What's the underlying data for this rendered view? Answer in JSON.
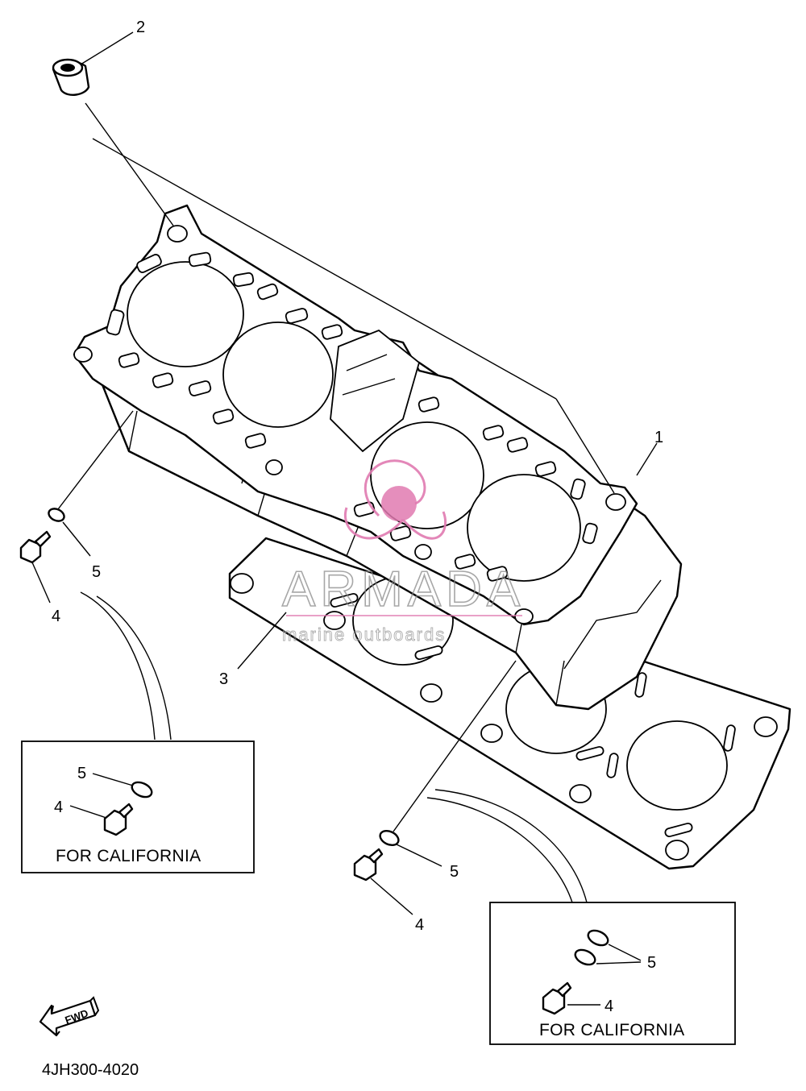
{
  "callouts": {
    "c1": "1",
    "c2": "2",
    "c3": "3",
    "c4_left": "4",
    "c5_left": "5",
    "c4_center": "4",
    "c5_center": "5",
    "box_left_5": "5",
    "box_left_4": "4",
    "box_right_5": "5",
    "box_right_4": "4"
  },
  "boxes": {
    "left_label": "FOR CALIFORNIA",
    "right_label": "FOR CALIFORNIA"
  },
  "fwd_label": "FWD",
  "part_code": "4JH300-4020",
  "watermark": {
    "brand": "ARMADA",
    "tagline": "marine outboards",
    "color": "#e07ab0"
  }
}
